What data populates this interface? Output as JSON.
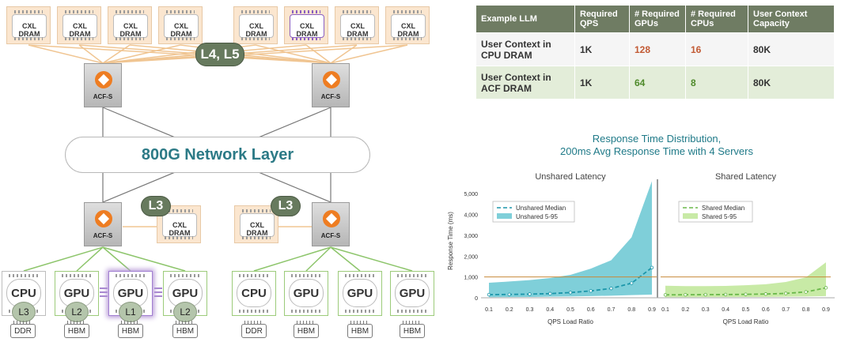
{
  "colors": {
    "pill": "#677a5e",
    "cxl_bg": "#fbe6cf",
    "acf_logo": "#ee7d22",
    "line_orange": "#f0c592",
    "line_green": "#8dc56b",
    "unshared": "#1c96aa",
    "unshared_band": "#7fcfd9",
    "shared": "#6ab84a",
    "shared_band": "#c8eaa6",
    "threshold": "#c78a3a",
    "table_header": "#6f7c63",
    "table_row_alt": "#e3edd9",
    "red_value": "#c25a34",
    "green_value": "#4f8a2b"
  },
  "diagram": {
    "cxl_label": "CXL DRAM",
    "acf_label": "ACF-S",
    "pill_top": "L4, L5",
    "pill_l3": "L3",
    "network": "800G Network Layer",
    "left_nodes": [
      {
        "chip": "CPU",
        "level": "L3",
        "mem": "DDR"
      },
      {
        "chip": "GPU",
        "level": "L2",
        "mem": "HBM"
      },
      {
        "chip": "GPU",
        "level": "L1",
        "mem": "HBM"
      },
      {
        "chip": "GPU",
        "level": "L2",
        "mem": "HBM"
      }
    ],
    "right_nodes": [
      {
        "chip": "CPU",
        "mem": "DDR"
      },
      {
        "chip": "GPU",
        "mem": "HBM"
      },
      {
        "chip": "GPU",
        "mem": "HBM"
      },
      {
        "chip": "GPU",
        "mem": "HBM"
      }
    ]
  },
  "table": {
    "headers": [
      "Example LLM",
      "Required QPS",
      "# Required GPUs",
      "# Required CPUs",
      "User Context Capacity"
    ],
    "rows": [
      [
        "User Context in CPU DRAM",
        "1K",
        "128",
        "16",
        "80K"
      ],
      [
        "User Context in ACF DRAM",
        "1K",
        "64",
        "8",
        "80K"
      ]
    ]
  },
  "chart_data": {
    "type": "line",
    "title": "Response Time Distribution,",
    "subtitle": "200ms Avg Response Time with 4 Servers",
    "ylabel": "Response Time (ms)",
    "xlabel": "QPS Load Ratio",
    "ylim": [
      0,
      5500
    ],
    "yticks": [
      "5,000",
      "4,000",
      "3,000",
      "2,000",
      "1,000",
      "0"
    ],
    "threshold": 1000,
    "panels": [
      {
        "title": "Unshared Latency",
        "legend_median": "Unshared Median",
        "legend_band": "Unshared 5-95",
        "x": [
          0.1,
          0.2,
          0.3,
          0.4,
          0.5,
          0.6,
          0.7,
          0.8,
          0.9
        ],
        "xticks": [
          "0.1",
          "0.2",
          "0.3",
          "0.4",
          "0.5",
          "0.6",
          "0.7",
          "0.8",
          "0.9"
        ],
        "median": [
          150,
          160,
          175,
          200,
          250,
          330,
          450,
          700,
          1450
        ],
        "p95": [
          720,
          780,
          850,
          950,
          1100,
          1400,
          1800,
          2900,
          5600
        ],
        "p5": [
          30,
          35,
          40,
          50,
          60,
          80,
          100,
          130,
          150
        ]
      },
      {
        "title": "Shared Latency",
        "legend_median": "Shared Median",
        "legend_band": "Shared 5-95",
        "x": [
          0.1,
          0.2,
          0.3,
          0.4,
          0.5,
          0.6,
          0.7,
          0.8,
          0.9
        ],
        "xticks": [
          "0.1",
          "0.2",
          "0.3",
          "0.4",
          "0.5",
          "0.6",
          "0.7",
          "0.8",
          "0.9"
        ],
        "median": [
          140,
          145,
          150,
          155,
          165,
          180,
          210,
          280,
          480
        ],
        "p95": [
          580,
          560,
          560,
          570,
          600,
          650,
          760,
          980,
          1700
        ],
        "p5": [
          30,
          30,
          32,
          35,
          38,
          42,
          50,
          60,
          80
        ]
      }
    ]
  }
}
